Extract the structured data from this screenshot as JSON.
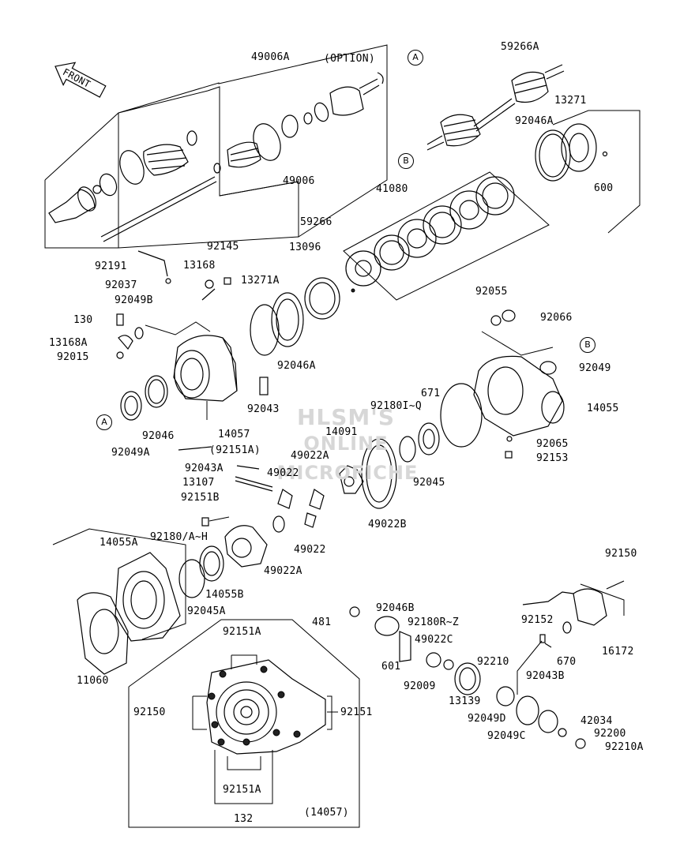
{
  "diagram": {
    "front_label": "FRONT",
    "watermark": {
      "line1": "HLSM'S",
      "line2": "ONLINE",
      "line3": "MICROFICHE"
    },
    "refs": {
      "a": "A",
      "b": "B"
    },
    "labels": {
      "p49006A": "49006A",
      "option": "(OPTION)",
      "p49006": "49006",
      "p59266": "59266",
      "p59266A": "59266A",
      "p13271": "13271",
      "p92046A_top": "92046A",
      "p600": "600",
      "p41080": "41080",
      "p92191": "92191",
      "p92145": "92145",
      "p13168": "13168",
      "p13096": "13096",
      "p92037": "92037",
      "p13271A": "13271A",
      "p92049B": "92049B",
      "p130": "130",
      "p13168A": "13168A",
      "p92015": "92015",
      "p92046A_mid": "92046A",
      "p92043": "92043",
      "p92055": "92055",
      "p92066": "92066",
      "p92049": "92049",
      "p671": "671",
      "p14055": "14055",
      "p92180IQ": "92180I~Q",
      "p14091": "14091",
      "p92065": "92065",
      "p92153": "92153",
      "p92046": "92046",
      "p14057": "14057",
      "p92049A": "92049A",
      "p92151A_mid": "(92151A)",
      "p49022A_top": "49022A",
      "p92045": "92045",
      "p92043A": "92043A",
      "p49022_top": "49022",
      "p13107": "13107",
      "p92151B": "92151B",
      "p49022B": "49022B",
      "p92180AH": "92180/A~H",
      "p14055A": "14055A",
      "p49022_bot": "49022",
      "p49022A_bot": "49022A",
      "p14055B": "14055B",
      "p92045A": "92045A",
      "p92150_r": "92150",
      "p92046B": "92046B",
      "p481": "481",
      "p92180RZ": "92180R~Z",
      "p49022C": "49022C",
      "p92151A_box": "92151A",
      "p92152": "92152",
      "p670": "670",
      "p16172": "16172",
      "p601": "601",
      "p92210": "92210",
      "p92043B": "92043B",
      "p11060": "11060",
      "p92009": "92009",
      "p13139": "13139",
      "p92150_l": "92150",
      "p92151": "92151",
      "p92049D": "92049D",
      "p42034": "42034",
      "p92049C": "92049C",
      "p92200": "92200",
      "p92210A": "92210A",
      "p92151A_bot": "92151A",
      "p14057_box": "(14057)",
      "p132": "132"
    }
  }
}
